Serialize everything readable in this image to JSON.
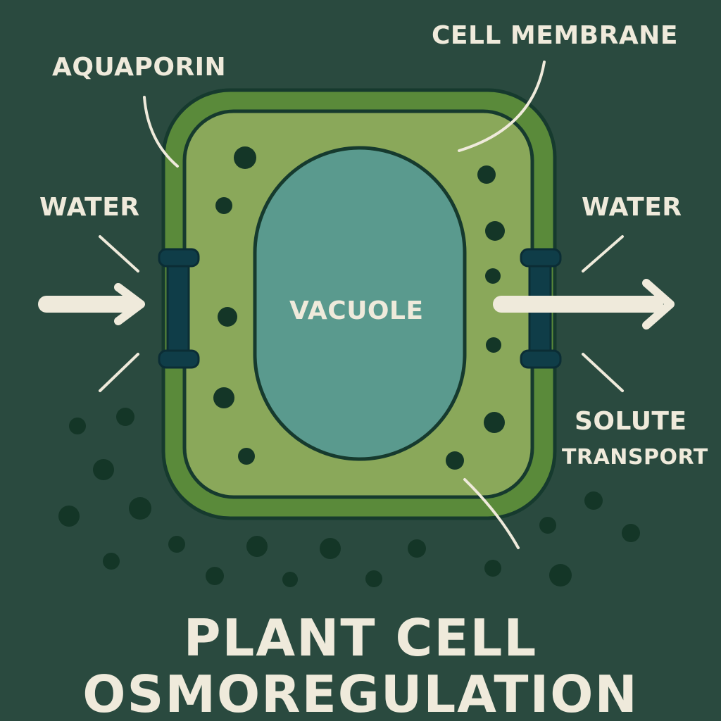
{
  "labels": {
    "aquaporin": "AQUAPORIN",
    "cell_membrane": "CELL MEMBRANE",
    "water_left": "WATER",
    "water_right": "WATER",
    "vacuole": "VACUOLE",
    "solute_line1": "SOLUTE",
    "solute_line2": "TRANSPORT"
  },
  "title": {
    "line1": "PLANT CELL",
    "line2": "OSMOREGULATION"
  },
  "colors": {
    "background": "#2a4a3f",
    "cell_wall": "#5a8a3a",
    "cytoplasm": "#8aa85a",
    "vacuole": "#5a9a8e",
    "outline": "#163a2e",
    "aquaporin_channel": "#0f3d48",
    "dots": "#143627",
    "text_and_lines": "#efeadb"
  }
}
